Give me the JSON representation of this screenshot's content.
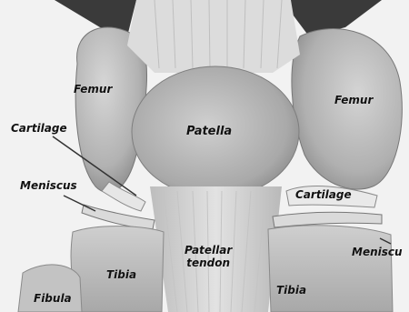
{
  "labels": {
    "femur_left": "Femur",
    "femur_right": "Femur",
    "cartilage_left": "Cartilage",
    "cartilage_right": "Cartilage",
    "meniscus_left": "Meniscus",
    "meniscus_right": "Meniscu",
    "patella": "Patella",
    "patellar_tendon_line1": "Patellar",
    "patellar_tendon_line2": "tendon",
    "tibia_left": "Tibia",
    "tibia_right": "Tibia",
    "fibula": "Fibula"
  }
}
